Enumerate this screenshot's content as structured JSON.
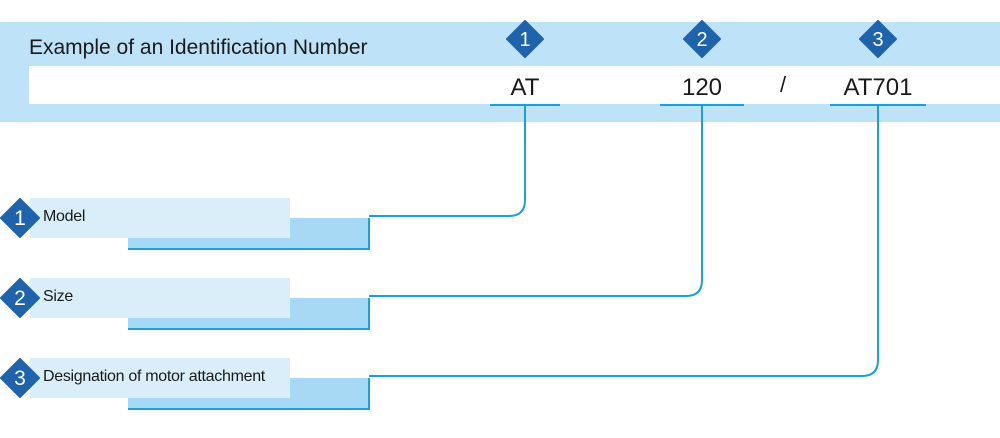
{
  "header": {
    "title": "Example of an Identification Number",
    "separator": "/"
  },
  "codes": [
    {
      "number": "1",
      "value": "AT"
    },
    {
      "number": "2",
      "value": "120"
    },
    {
      "number": "3",
      "value": "AT701"
    }
  ],
  "items": [
    {
      "number": "1",
      "label": "Model"
    },
    {
      "number": "2",
      "label": "Size"
    },
    {
      "number": "3",
      "label": "Designation of motor attachment"
    }
  ],
  "colors": {
    "band": "#bee2f7",
    "accent": "#1aa0dc",
    "diamond": "#1f63ad",
    "label_box": "#d9eef9",
    "label_shadow": "#a8d9f4"
  }
}
